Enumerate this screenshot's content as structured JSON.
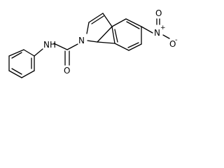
{
  "molecule": {
    "atoms": {
      "nh_n": "N",
      "nh_h": "H",
      "indole_n": "N",
      "carbonyl_o": "O",
      "nitro_n": "N",
      "nitro_n_charge": "+",
      "nitro_o_up": "O",
      "nitro_o_down": "O",
      "nitro_o_down_charge": "-"
    }
  }
}
